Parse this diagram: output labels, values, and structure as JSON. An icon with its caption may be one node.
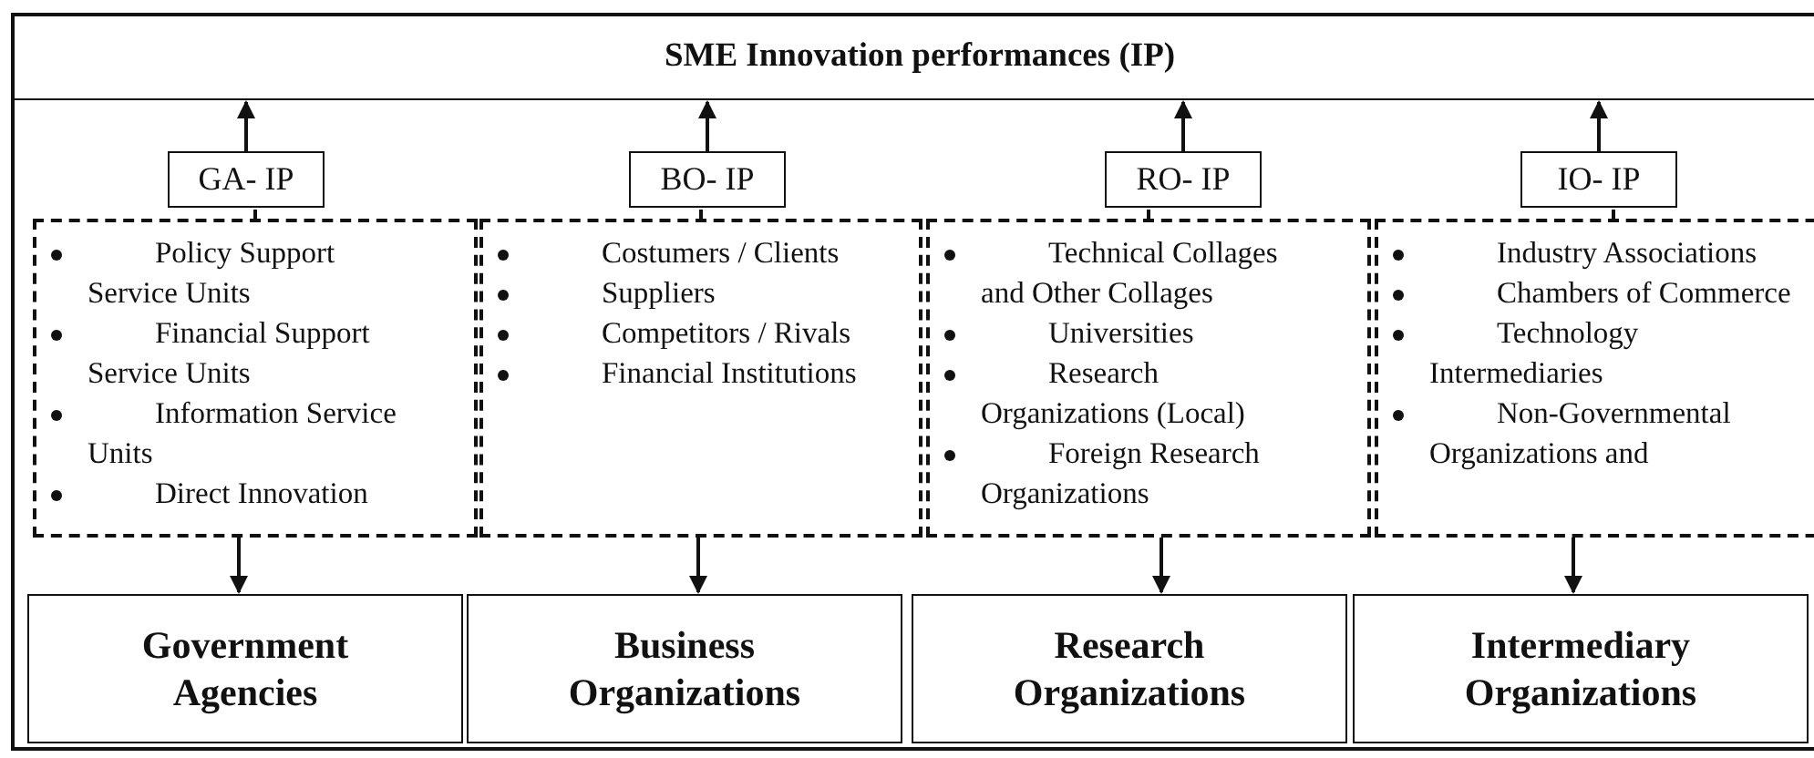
{
  "diagram": {
    "nodes": [
      {
        "text": [
          "SME Innovation performances (IP)"
        ]
      },
      {
        "text": [
          "GA- IP"
        ]
      },
      {
        "text": [
          "BO- IP"
        ]
      },
      {
        "text": [
          "RO- IP"
        ]
      },
      {
        "text": [
          "IO- IP"
        ]
      },
      {
        "text": [
          "Policy Support Service Units",
          "Financial Support Service Units",
          "Information Service Units",
          "Direct Innovation"
        ]
      },
      {
        "text": [
          "Costumers / Clients",
          "Suppliers",
          "Competitors / Rivals",
          "Financial Institutions"
        ]
      },
      {
        "text": [
          "Technical Collages and Other Collages",
          "Universities",
          "Research Organizations (Local)",
          "Foreign Research Organizations"
        ]
      },
      {
        "text": [
          "Industry Associations",
          "Chambers of Commerce",
          "Technology Intermediaries",
          "Non-Governmental Organizations and"
        ]
      },
      {
        "text": [
          "Government Agencies"
        ]
      },
      {
        "text": [
          "Business Organizations"
        ]
      },
      {
        "text": [
          "Research Organizations"
        ]
      },
      {
        "text": [
          "Intermediary Organizations"
        ]
      }
    ],
    "edges": [
      {
        "from": 1,
        "to": 0,
        "arrow": "to"
      },
      {
        "from": 2,
        "to": 0,
        "arrow": "to"
      },
      {
        "from": 3,
        "to": 0,
        "arrow": "to"
      },
      {
        "from": 4,
        "to": 0,
        "arrow": "to"
      },
      {
        "from": 5,
        "to": 1,
        "arrow": "none"
      },
      {
        "from": 6,
        "to": 2,
        "arrow": "none"
      },
      {
        "from": 7,
        "to": 3,
        "arrow": "none"
      },
      {
        "from": 8,
        "to": 4,
        "arrow": "none"
      },
      {
        "from": 5,
        "to": 9,
        "arrow": "to"
      },
      {
        "from": 6,
        "to": 10,
        "arrow": "to"
      },
      {
        "from": 7,
        "to": 11,
        "arrow": "to"
      },
      {
        "from": 8,
        "to": 12,
        "arrow": "to"
      }
    ]
  }
}
